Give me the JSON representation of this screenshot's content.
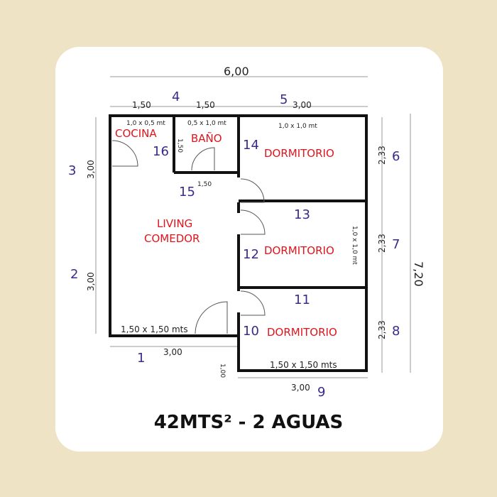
{
  "dimensions": {
    "total_width": "6,00",
    "total_height": "7,20",
    "top_left_width": "1,50",
    "top_mid_width": "1,50",
    "top_right_width": "3,00",
    "left_upper_height": "3,00",
    "left_lower_height": "3,00",
    "right_room1_height": "2,33",
    "right_room2_height": "2,33",
    "right_room3_height": "2,33",
    "bottom_left_width": "3,00",
    "bottom_right_width": "3,00",
    "bottom_step": "1,00",
    "bano_side": "1,50",
    "bano_bottom": "1,50"
  },
  "windows": {
    "cocina": "1,0 x 0,5 mt",
    "bano": "0,5 x 1,0 mt",
    "dormitorio_top": "1,0 x 1,0 mt",
    "dormitorio_mid": "1,0 x 1,0 mt",
    "living": "1,50 x 1,50 mts",
    "dormitorio_bottom": "1,50 x 1,50 mts"
  },
  "rooms": {
    "cocina": "COCINA",
    "bano": "BAÑO",
    "living_line1": "LIVING",
    "living_line2": "COMEDOR",
    "dorm1": "DORMITORIO",
    "dorm2": "DORMITORIO",
    "dorm3": "DORMITORIO"
  },
  "markers": [
    "1",
    "2",
    "3",
    "4",
    "5",
    "6",
    "7",
    "8",
    "9",
    "10",
    "11",
    "12",
    "13",
    "14",
    "15",
    "16"
  ],
  "caption": "42MTS² - 2 AGUAS",
  "colors": {
    "background": "#efe3c6",
    "card": "#ffffff",
    "wall": "#111111",
    "marker": "#3a2a8a",
    "room_label": "#e0141c"
  }
}
